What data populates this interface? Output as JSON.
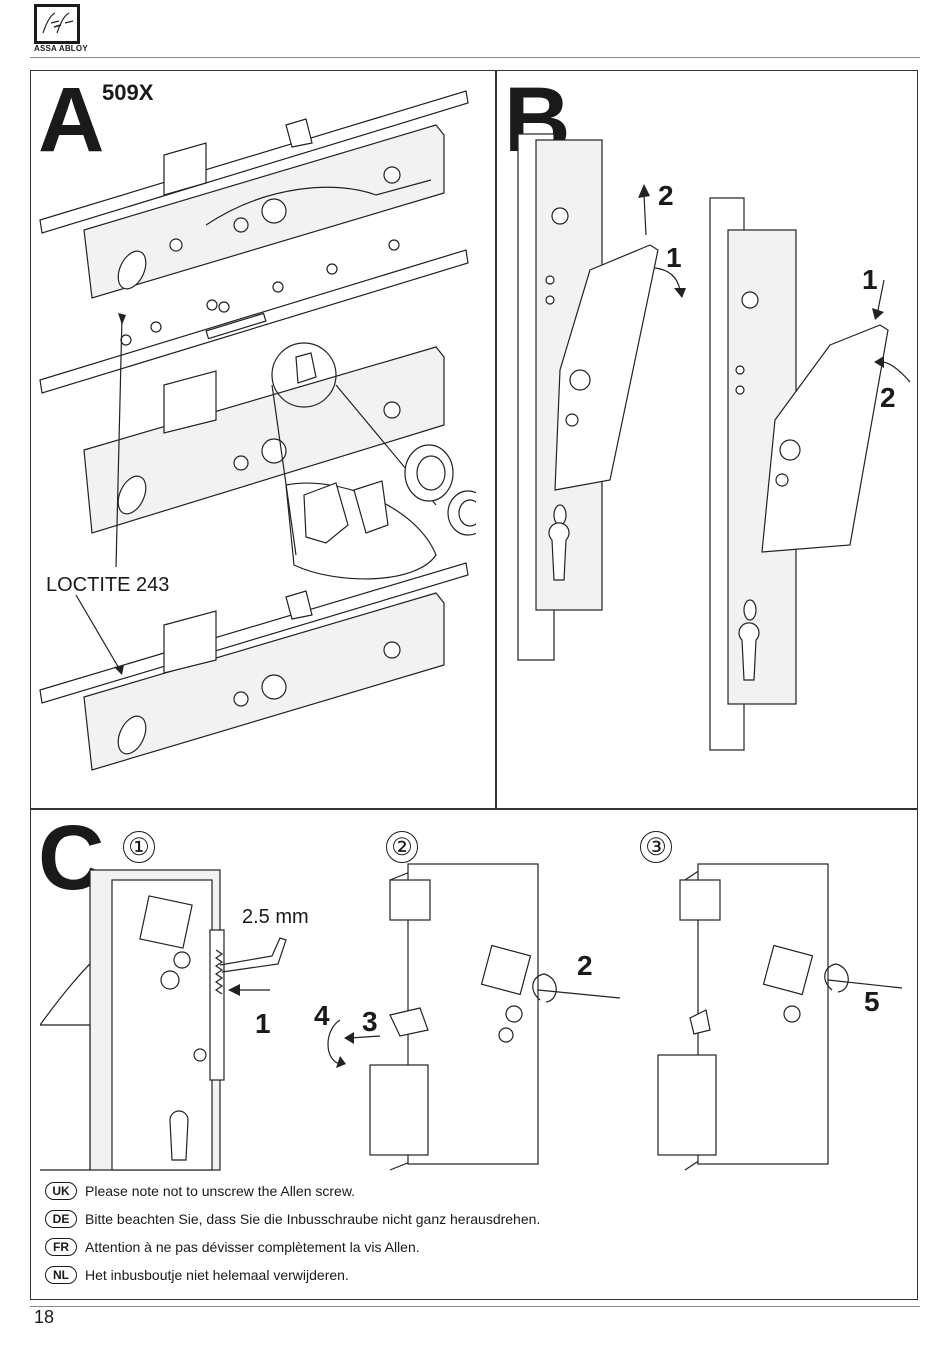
{
  "header": {
    "logo_mark": "eff-eff",
    "brand": "ASSA ABLOY"
  },
  "panels": {
    "a": {
      "letter": "A",
      "model": "509X",
      "adhesive_label": "LOCTITE 243"
    },
    "b": {
      "letter": "B",
      "step_labels": [
        "2",
        "1",
        "1",
        "2"
      ]
    },
    "c": {
      "letter": "C",
      "steps": [
        {
          "marker": "①",
          "labels": [
            "2.5 mm",
            "1"
          ]
        },
        {
          "marker": "②",
          "labels": [
            "2",
            "4",
            "3"
          ]
        },
        {
          "marker": "③",
          "labels": [
            "5"
          ]
        }
      ]
    }
  },
  "notes": [
    {
      "lang": "UK",
      "text": "Please note not to unscrew the Allen screw."
    },
    {
      "lang": "DE",
      "text": "Bitte beachten Sie, dass Sie die Inbusschraube nicht  ganz herausdrehen."
    },
    {
      "lang": "FR",
      "text": "Attention à ne pas dévisser complètement la vis Allen."
    },
    {
      "lang": "NL",
      "text": "Het inbusboutje niet helemaal verwijderen."
    }
  ],
  "footer": {
    "page_number": "18"
  }
}
